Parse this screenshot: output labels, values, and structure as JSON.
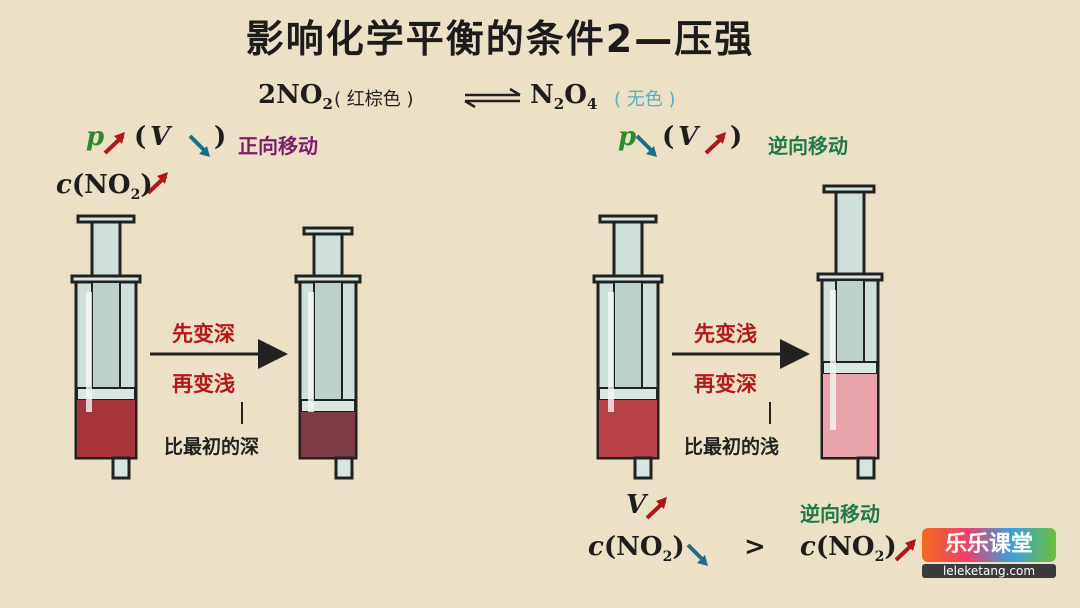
{
  "title": "影响化学平衡的条件2—压强",
  "equation": {
    "left": "2NO",
    "left_sub": "2",
    "left_color_note": "( 红棕色 )",
    "right": "N",
    "right_sub1": "2",
    "right_mid": "O",
    "right_sub2": "4",
    "right_color_note": "( 无色 )"
  },
  "left_panel": {
    "p": "p",
    "v_open": "(",
    "v": "V",
    "v_close": ")",
    "shift": "正向移动",
    "c_prefix": "c",
    "c_species": "(NO",
    "c_sub": "2",
    "c_close": ")",
    "arrow_top": "先变深",
    "arrow_bottom": "再变浅",
    "compare": "比最初的深"
  },
  "right_panel": {
    "p": "p",
    "v_open": "(",
    "v": "V",
    "v_close": ")",
    "shift": "逆向移动",
    "arrow_top": "先变浅",
    "arrow_bottom": "再变深",
    "compare": "比最初的浅",
    "bottom_v": "V",
    "bottom_shift": "逆向移动",
    "c1_prefix": "c",
    "c1_species": "(NO",
    "c1_sub": "2",
    "c1_close": ")",
    "gt": ">",
    "c2_prefix": "c",
    "c2_species": "(NO",
    "c2_sub": "2",
    "c2_close": ")"
  },
  "logo": {
    "text": "乐乐课堂",
    "url": "leleketang.com"
  },
  "colors": {
    "background": "#ece0c6",
    "up_arrow": "#b01818",
    "down_arrow": "#1d6d86",
    "green_p": "#2e8a2e",
    "purple_shift": "#7a1f6e",
    "green_shift": "#1f7a4a",
    "gas_dark": "#a8343c",
    "gas_darker": "#7e3a45",
    "gas_light": "#e8a3ab",
    "gas_mid": "#b84048"
  }
}
